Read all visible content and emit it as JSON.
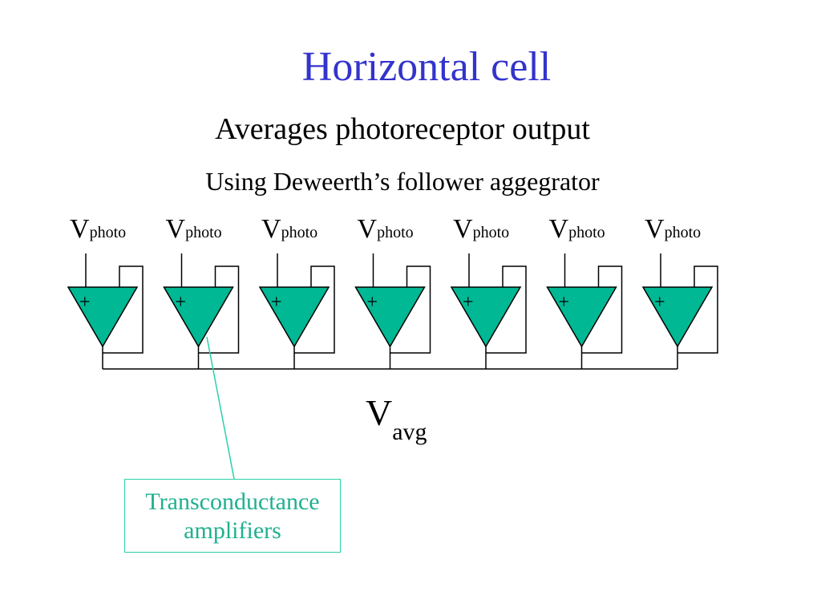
{
  "slide": {
    "title": "Horizontal cell",
    "subtitle": "Averages photoreceptor output",
    "subtitle2": "Using Deweerth’s follower aggegrator"
  },
  "circuit": {
    "input_label_main": "V",
    "input_label_sub": "photo",
    "output_label_main": "V",
    "output_label_sub": "avg",
    "plus_sign": "+",
    "amplifier_count": 7,
    "colors": {
      "amplifier_fill": "#00b894",
      "wire": "#000000",
      "callout": "#2bd0a8"
    }
  },
  "callout": {
    "line1": "Transconductance",
    "line2": "amplifiers"
  }
}
